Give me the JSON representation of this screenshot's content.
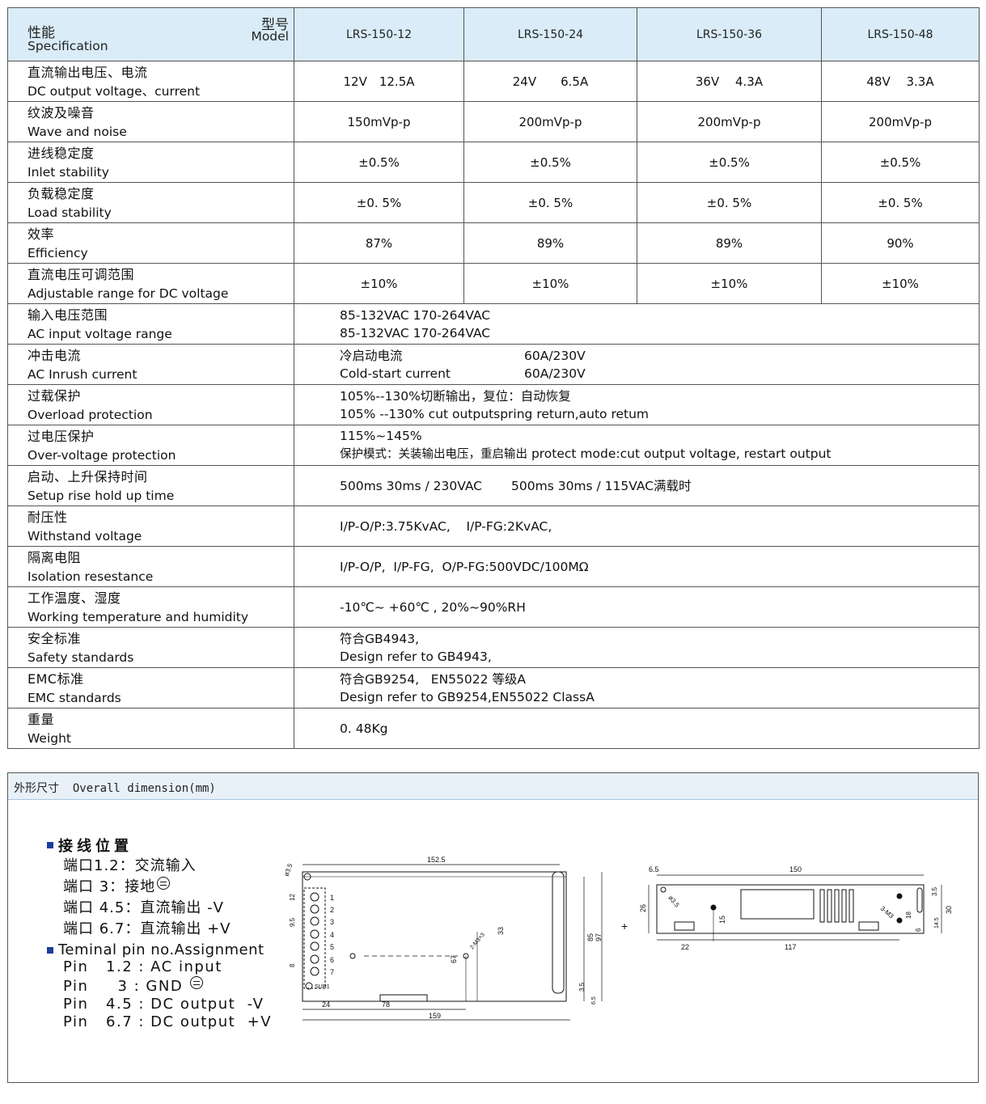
{
  "table": {
    "header": {
      "spec_zh": "性能",
      "spec_en": "Specification",
      "model_zh": "型号",
      "model_en": "Model",
      "models": [
        "LRS-150-12",
        "LRS-150-24",
        "LRS-150-36",
        "LRS-150-48"
      ]
    },
    "rows": [
      {
        "zh": "直流输出电压、电流",
        "en": "DC output voltage、current",
        "values": [
          "12V　12.5A",
          "24V　　6.5A",
          "36V　 4.3A",
          "48V　 3.3A"
        ]
      },
      {
        "zh": "纹波及噪音",
        "en": "Wave and noise",
        "values": [
          "150mVp-p",
          "200mVp-p",
          "200mVp-p",
          "200mVp-p"
        ]
      },
      {
        "zh": "进线稳定度",
        "en": "Inlet stability",
        "values": [
          "±0.5%",
          "±0.5%",
          "±0.5%",
          "±0.5%"
        ]
      },
      {
        "zh": "负载稳定度",
        "en": "Load stability",
        "values": [
          "±0. 5%",
          "±0. 5%",
          "±0. 5%",
          "±0. 5%"
        ]
      },
      {
        "zh": "效率",
        "en": "Efficiency",
        "values": [
          "87%",
          "89%",
          "89%",
          "90%"
        ]
      },
      {
        "zh": "直流电压可调范围",
        "en": "Adjustable range for DC voltage",
        "values": [
          "±10%",
          "±10%",
          "±10%",
          "±10%"
        ]
      }
    ],
    "input_range": {
      "zh": "输入电压范围",
      "en": "AC input voltage range",
      "line1": "85-132VAC  170-264VAC",
      "line2": "85-132VAC  170-264VAC"
    },
    "inrush": {
      "zh": "冲击电流",
      "en": "AC  Inrush  current",
      "label1": "冷启动电流",
      "value1": "60A/230V",
      "label2": "Cold-start current",
      "value2": "60A/230V"
    },
    "overload": {
      "zh": "过载保护",
      "en": "Overload protection",
      "line1": "105%--130%切断输出，复位：自动恢复",
      "line2": "105% --130%  cut outputspring return,auto retum"
    },
    "overvoltage": {
      "zh": "过电压保护",
      "en": "Over-voltage protection",
      "line1": "115%~145%",
      "line2_zh": "保护模式：关装输出电压，重启输出",
      "line2_en": "protect mode:cut output voltage, restart output"
    },
    "setup": {
      "zh": "启动、上升保持时间",
      "en": "Setup rise hold up time",
      "part1": "500ms  30ms / 230VAC",
      "part2": "500ms  30ms / 115VAC满载时"
    },
    "withstand": {
      "zh": "耐压性",
      "en": "Withstand voltage",
      "value": "I/P-O/P:3.75KvAC,    I/P-FG:2KvAC,"
    },
    "isolation": {
      "zh": "隔离电阻",
      "en": "Isolation resestance",
      "value": "I/P-O/P,  I/P-FG,  O/P-FG:500VDC/100MΩ"
    },
    "temperature": {
      "zh": "工作温度、湿度",
      "en": "Working temperature and humidity",
      "value": "-10℃~ +60℃ , 20%~90%RH"
    },
    "safety": {
      "zh": "安全标准",
      "en": "Safety standards",
      "line1": "符合GB4943,",
      "line2": "Design refer to GB4943,"
    },
    "emc": {
      "zh": "EMC标准",
      "en": "EMC standards",
      "line1": "符合GB9254,   EN55022 等级A",
      "line2": "Design refer to GB9254,EN55022 ClassA"
    },
    "weight": {
      "zh": "重量",
      "en": "Weight",
      "value": "0. 48Kg"
    }
  },
  "dimension": {
    "header": "外形尺寸  Overall dimension(mm)",
    "pins_zh_title": "接线位置",
    "pins_zh": [
      "端口1.2：交流输入",
      "端口  3：接地",
      "端口 4.5：直流输出 -V",
      "端口 6.7：直流输出 +V"
    ],
    "pins_en_title": "Teminal pin no.Assignment",
    "pins_en": [
      "Pin   1.2 : AC input",
      "Pin     3 : GND",
      "Pin   4.5 : DC output  -V",
      "Pin   6.7 : DC output  +V"
    ],
    "drawing_labels": {
      "d_hole": "ø3.5",
      "d_152_5": "152.5",
      "d_12": "12",
      "d_9_5": "9.5",
      "d_8": "8",
      "d_67": "67",
      "d_33": "33",
      "d_2m3": "2-M3×3",
      "d_85": "85",
      "d_97": "97",
      "d_3_5": "3.5",
      "d_6_5": "6.5",
      "d_24": "24",
      "d_78": "78",
      "d_159": "159",
      "terminals": [
        "1",
        "2",
        "3",
        "4",
        "5",
        "6",
        "7"
      ],
      "sur": "SUR1",
      "plus": "+",
      "s_6_5": "6.5",
      "s_150": "150",
      "s_phi": "ø3.5",
      "s_26": "26",
      "s_15": "15",
      "s_22": "22",
      "s_117": "117",
      "s_3m3": "3-M3",
      "s_18": "18",
      "s_6": "6",
      "s_14_5": "14.5",
      "s_3_5": "3.5",
      "s_30": "30"
    }
  }
}
